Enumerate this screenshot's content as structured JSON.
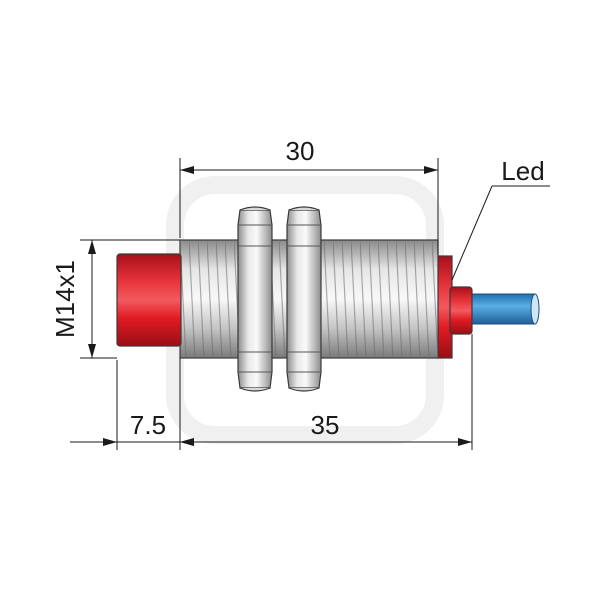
{
  "dimensions": {
    "top_length": "30",
    "bottom_length": "35",
    "front_length": "7.5",
    "thread": "M14x1"
  },
  "labels": {
    "led": "Led"
  },
  "colors": {
    "cap_red": "#e01b22",
    "cable_blue": "#3a8fd0",
    "metal": "#c8c8c8",
    "line": "#1a1a1a"
  }
}
